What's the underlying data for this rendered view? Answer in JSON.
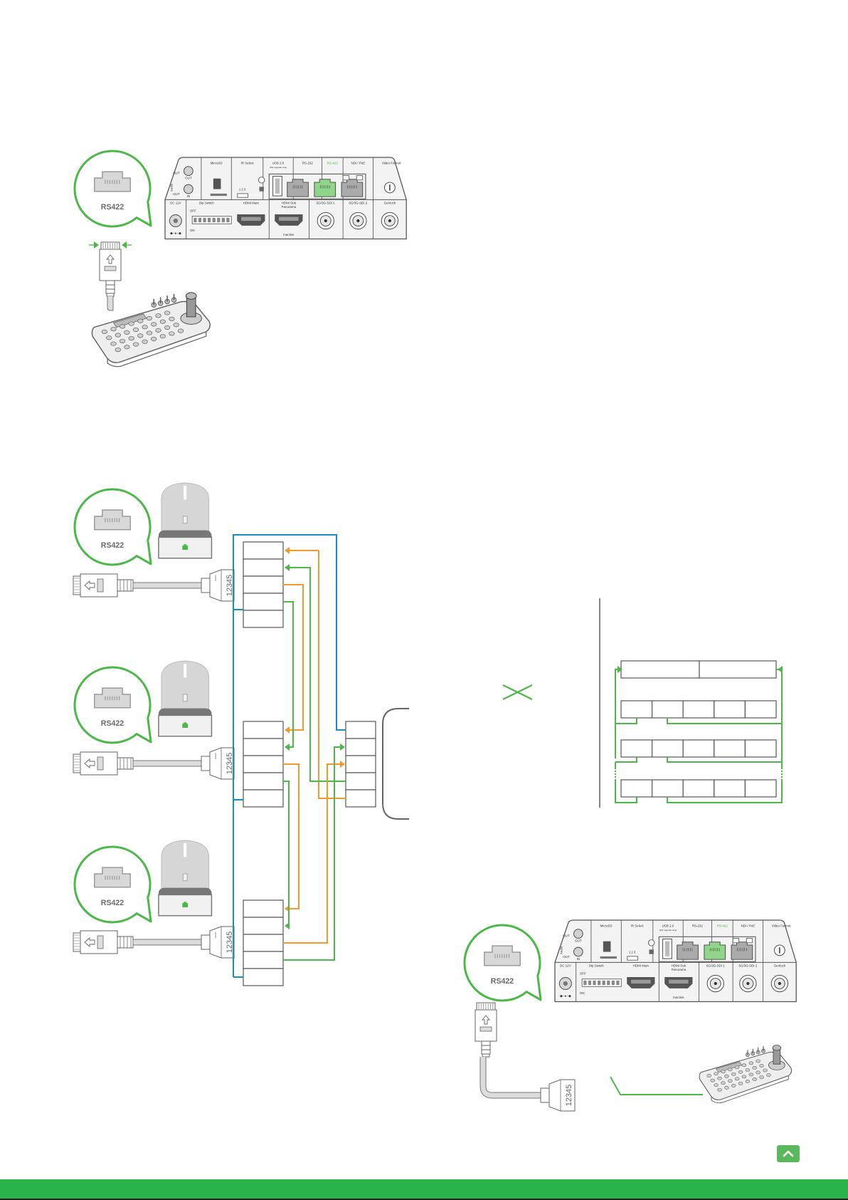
{
  "colors": {
    "green": "#4cb848",
    "green_fill": "#8fd58a",
    "blue": "#1d8ac4",
    "orange": "#f39a2d",
    "panel_fill": "#f3f3f3",
    "stroke": "#555555",
    "footer": "#2bb34b",
    "back_to_top": "#5cb85c"
  },
  "bubble_label": "RS422",
  "rear_panel": {
    "labels": {
      "micro_sd": "MicroSD",
      "ir_select": "IR Select",
      "usb": "USB 2.0",
      "usb_note": "(FW upgrade only)",
      "rs232": "RS-232",
      "rs422": "RS-422",
      "ndi": "NDI / PoE",
      "video_format": "Video Format",
      "audio": "Audio",
      "out": "OUT",
      "in": "IN",
      "dc": "DC 12V",
      "dip": "Dip Switch",
      "ir_nums": "1  2  3",
      "hdmi_main": "HDMI Main",
      "hdmi_sub": "HDMI Sub",
      "panorama": "Panorama",
      "inactive": "Inactive",
      "sdi1": "6G/3G-SDI 1",
      "sdi2": "6G/3G-SDI 2",
      "genlock": "Genlock",
      "off": "OFF",
      "on": "ON"
    }
  },
  "connector_pins": "12345",
  "back_to_top_icon": "chevron-up-icon"
}
